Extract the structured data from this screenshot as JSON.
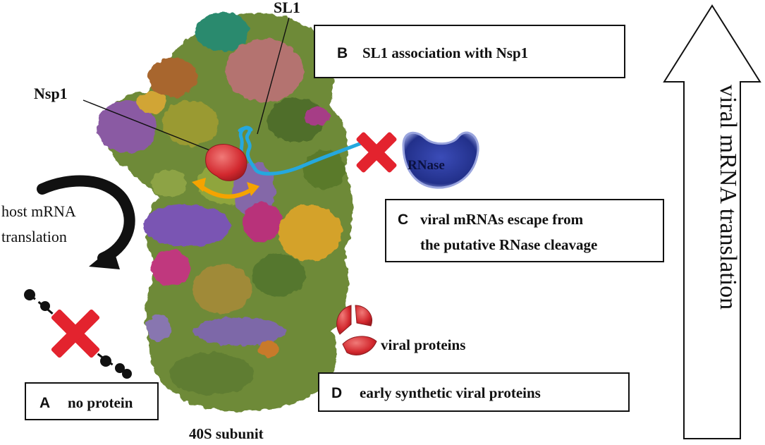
{
  "labels": {
    "sl1": "SL1",
    "nsp1": "Nsp1",
    "host_line1": "host mRNA",
    "host_line2": "translation",
    "rnase": "RNase",
    "viral_proteins": "viral proteins",
    "subunit": "40S subunit",
    "vertical_arrow": "viral mRNA translation"
  },
  "boxes": {
    "a": {
      "letter": "A",
      "text": "no protein"
    },
    "b": {
      "letter": "B",
      "text": "SL1 association with Nsp1"
    },
    "c": {
      "letter": "C",
      "line1": "viral mRNAs escape from",
      "line2": "the putative RNase cleavage"
    },
    "d": {
      "letter": "D",
      "text": "early synthetic viral proteins"
    }
  },
  "colors": {
    "cross": "#e3232e",
    "rnase": "#2b3a9a",
    "mrna": "#25a8de",
    "orange_arrow": "#f5a300",
    "nsp1": "#d9373a",
    "ribosome_green": "#6f8a3a"
  }
}
